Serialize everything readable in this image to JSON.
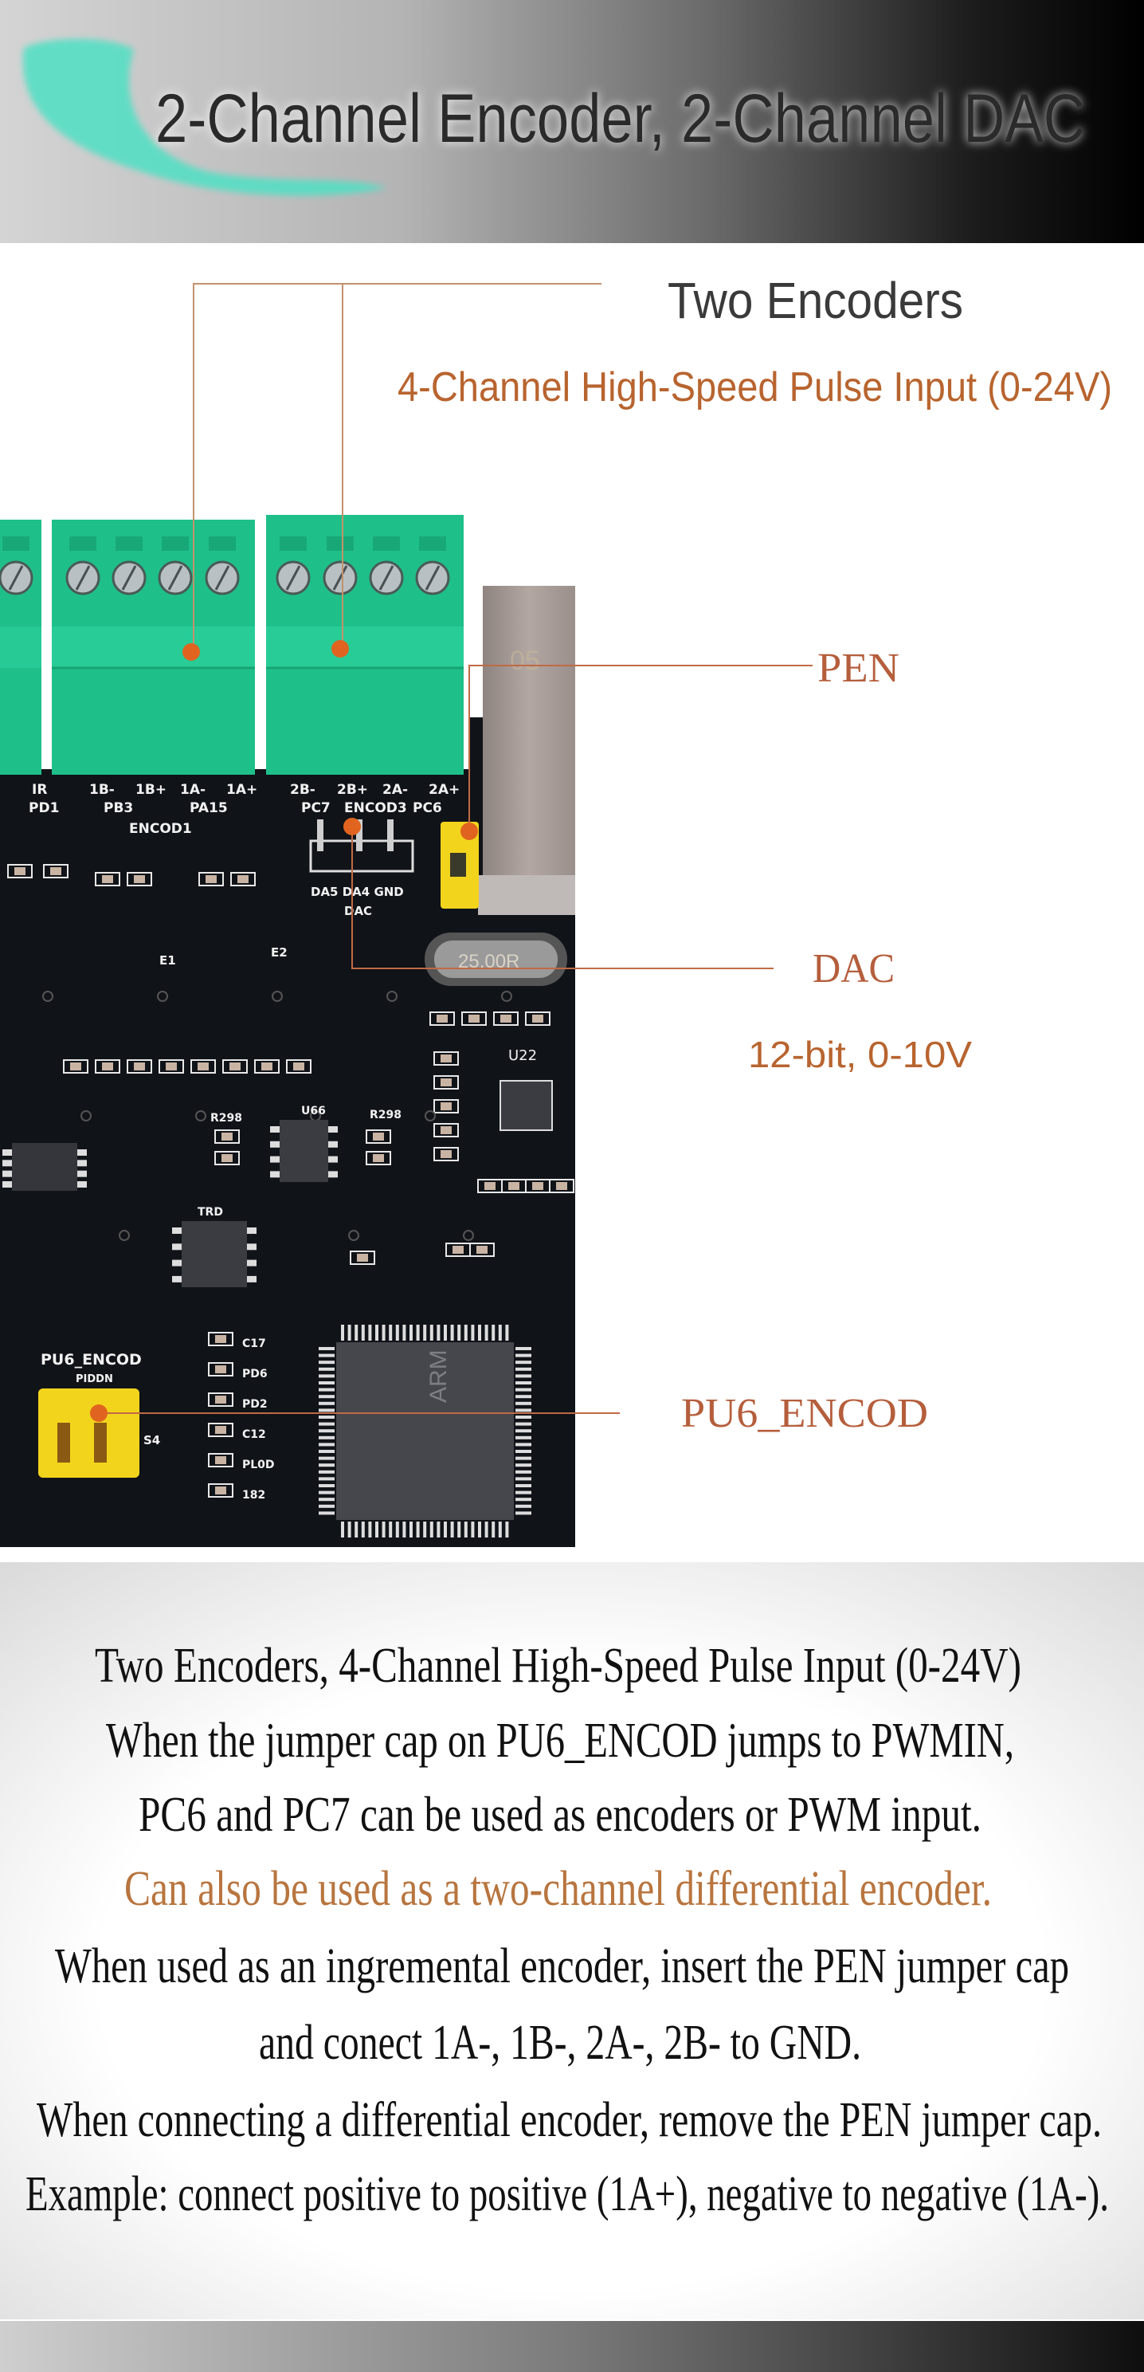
{
  "header": {
    "title": "2-Channel Encoder, 2-Channel DAC",
    "accent_color": "#4fe0c4"
  },
  "callouts": {
    "encoders": {
      "title": "Two Encoders",
      "subtitle": "4-Channel High-Speed Pulse Input (0-24V)"
    },
    "pen": {
      "label": "PEN"
    },
    "dac": {
      "label": "DAC",
      "spec": "12-bit, 0-10V"
    },
    "pu6": {
      "label": "PU6_ENCOD"
    },
    "line_color": "#c06a45",
    "text_color": "#b8642f"
  },
  "board": {
    "silk": {
      "enc1_pins": [
        "1B-",
        "1B+",
        "1A-",
        "1A+"
      ],
      "enc1_ports": [
        "PB3",
        "PA15"
      ],
      "enc1_name": "ENCOD1",
      "enc2_pins": [
        "2B-",
        "2B+",
        "2A-",
        "2A+"
      ],
      "enc2_ports": [
        "PC7",
        "ENCOD3",
        "PC6"
      ],
      "left_pin": "IR",
      "left_port": "PD1",
      "dac_pins": "DA5 DA4 GND",
      "dac_name": "DAC",
      "crystal": "25.00R",
      "switch_name": "PU6_ENCOD",
      "switch_sub": "PIDDN",
      "u66": "U66",
      "u22": "U22",
      "trd": "TRD",
      "e1": "E1",
      "e2": "E2",
      "s4": "S4",
      "r1": "R298",
      "r2": "R298",
      "caps": [
        "C17",
        "PD6",
        "PD2",
        "C12",
        "PL0D",
        "182"
      ]
    },
    "terminal_color": "#1fbf8a",
    "jumper_color": "#f3d41c",
    "pcb_color": "#101318"
  },
  "description": {
    "lines": [
      "Two Encoders, 4-Channel High-Speed Pulse Input (0-24V)",
      "When the jumper cap on PU6_ENCOD jumps to PWMIN,",
      "PC6 and PC7 can be used as encoders or PWM input.",
      "Can also be used as a two-channel differential encoder.",
      "When used as an ingremental encoder, insert the PEN jumper cap",
      "and conect 1A-, 1B-, 2A-, 2B- to GND.",
      "When connecting a differential encoder, remove the PEN jumper cap.",
      "Example: connect positive to positive (1A+), negative to negative (1A-)."
    ],
    "highlight_color": "#b8753f"
  }
}
